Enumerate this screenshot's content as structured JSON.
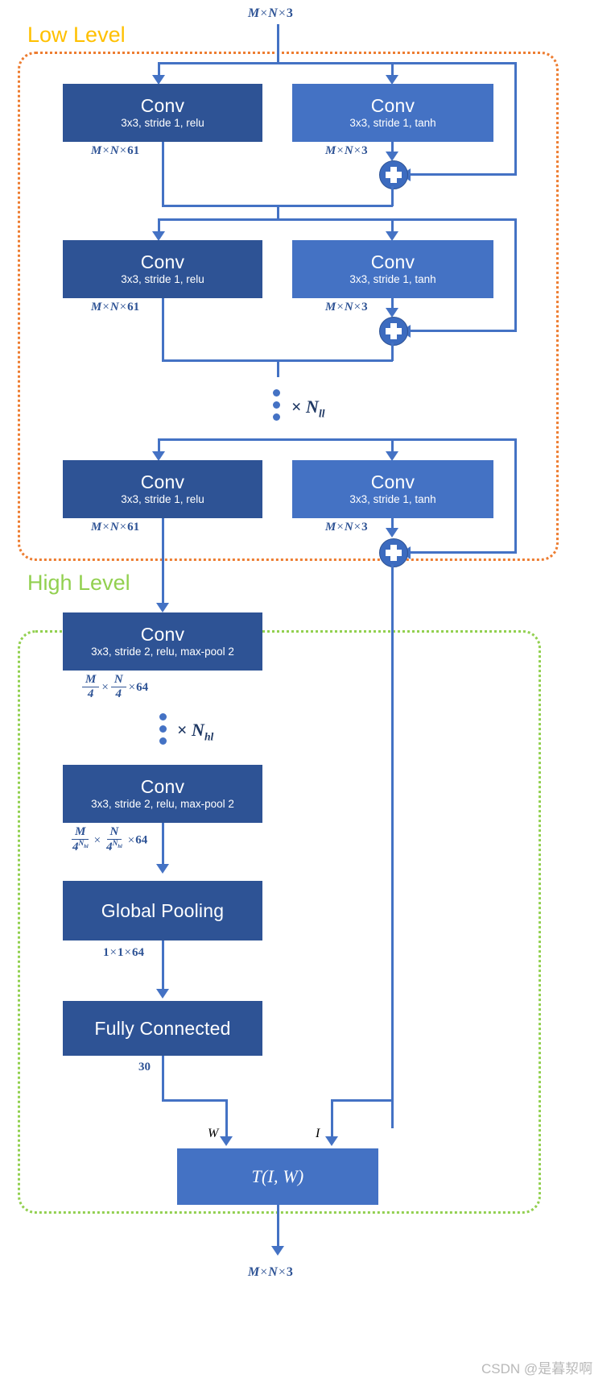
{
  "diagram": {
    "title": "Low/High level CNN image enhancement architecture",
    "input_label": "M × N × 3",
    "output_label": "M × N × 3",
    "groups": [
      {
        "name": "low_level",
        "label": "Low Level",
        "color": "#FFC000",
        "border_color": "#ED7D31"
      },
      {
        "name": "high_level",
        "label": "High Level",
        "color": "#92D050",
        "border_color": "#92D050"
      }
    ],
    "colors": {
      "dark_block": "#2E5395",
      "mid_block": "#3C6BBF",
      "light_block": "#4472C4",
      "connector": "#4472C4",
      "label_text": "#2E5395",
      "low_level_title": "#FFC000",
      "high_level_title": "#92D050",
      "low_level_border": "#ED7D31",
      "high_level_border": "#92D050"
    },
    "low_level_stages": [
      {
        "index": 1,
        "left_block": {
          "title": "Conv",
          "subtitle": "3x3, stride 1, relu",
          "output": "M × N × 61"
        },
        "right_block": {
          "title": "Conv",
          "subtitle": "3x3, stride 1, tanh",
          "output": "M × N × 3"
        },
        "merge": "plus-icon"
      },
      {
        "index": 2,
        "left_block": {
          "title": "Conv",
          "subtitle": "3x3, stride 1, relu",
          "output": "M × N × 61"
        },
        "right_block": {
          "title": "Conv",
          "subtitle": "3x3, stride 1, tanh",
          "output": "M × N × 3"
        },
        "merge": "plus-icon"
      },
      {
        "index": 3,
        "left_block": {
          "title": "Conv",
          "subtitle": "3x3, stride 1, relu",
          "output": "M × N × 61"
        },
        "right_block": {
          "title": "Conv",
          "subtitle": "3x3, stride 1, tanh",
          "output": "M × N × 3"
        },
        "merge": "plus-icon"
      }
    ],
    "low_level_repeat": {
      "symbol": "×",
      "variable": "N",
      "subscript": "ll",
      "text": "× N_ll"
    },
    "high_level_repeat": {
      "symbol": "×",
      "variable": "N",
      "subscript": "hl",
      "text": "× N_hl"
    },
    "high_level_blocks": [
      {
        "title": "Conv",
        "subtitle": "3x3, stride 2, relu, max-pool 2",
        "output_num_m": "M",
        "output_den_m": "4",
        "output_num_n": "N",
        "output_den_n": "4",
        "output_channels": "64",
        "output_text": "M/4 × N/4 × 64"
      },
      {
        "title": "Conv",
        "subtitle": "3x3, stride 2, relu, max-pool 2",
        "output_num_m": "M",
        "output_den_m": "4",
        "output_den_exp": "N_hl",
        "output_num_n": "N",
        "output_den_n": "4",
        "output_channels": "64",
        "output_text": "M/4^{N_hl} × N/4^{N_hl} × 64"
      },
      {
        "title": "Global Pooling",
        "subtitle": "",
        "output_text": "1 × 1 × 64"
      },
      {
        "title": "Fully Connected",
        "subtitle": "",
        "output_text": "30"
      }
    ],
    "transform_block": {
      "title": "T(I, W)",
      "input_w": "W",
      "input_i": "I"
    },
    "watermark": "CSDN @是暮洯啊"
  }
}
